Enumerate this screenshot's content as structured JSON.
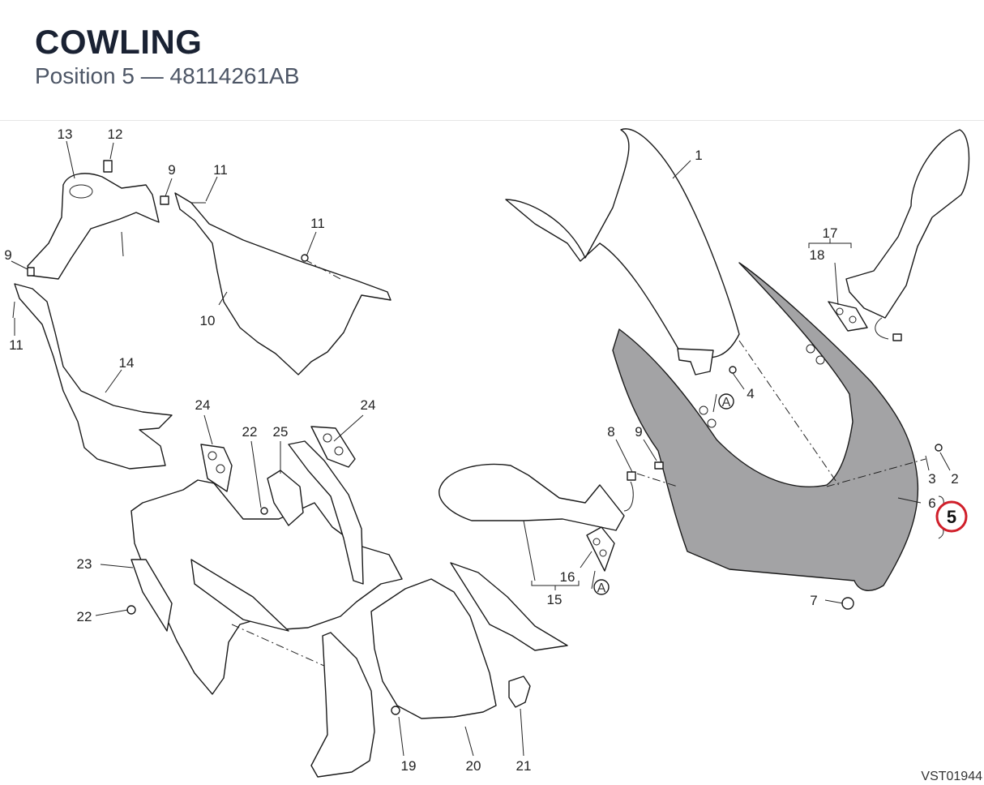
{
  "header": {
    "title": "COWLING",
    "position_label": "Position 5",
    "separator": "—",
    "part_number": "48114261AB"
  },
  "diagram": {
    "highlighted_position": "5",
    "drawing_code": "VST01944",
    "reference_mark": "A",
    "callouts": [
      {
        "id": "c1",
        "text": "1"
      },
      {
        "id": "c2",
        "text": "2"
      },
      {
        "id": "c3",
        "text": "3"
      },
      {
        "id": "c4",
        "text": "4"
      },
      {
        "id": "c6",
        "text": "6"
      },
      {
        "id": "c7",
        "text": "7"
      },
      {
        "id": "c8",
        "text": "8"
      },
      {
        "id": "c9a",
        "text": "9"
      },
      {
        "id": "c9b",
        "text": "9"
      },
      {
        "id": "c9c",
        "text": "9"
      },
      {
        "id": "c10",
        "text": "10"
      },
      {
        "id": "c11a",
        "text": "11"
      },
      {
        "id": "c11b",
        "text": "11"
      },
      {
        "id": "c11c",
        "text": "11"
      },
      {
        "id": "c12",
        "text": "12"
      },
      {
        "id": "c13",
        "text": "13"
      },
      {
        "id": "c14",
        "text": "14"
      },
      {
        "id": "c15",
        "text": "15"
      },
      {
        "id": "c16",
        "text": "16"
      },
      {
        "id": "c17",
        "text": "17"
      },
      {
        "id": "c18",
        "text": "18"
      },
      {
        "id": "c19",
        "text": "19"
      },
      {
        "id": "c20",
        "text": "20"
      },
      {
        "id": "c21",
        "text": "21"
      },
      {
        "id": "c22a",
        "text": "22"
      },
      {
        "id": "c22b",
        "text": "22"
      },
      {
        "id": "c23",
        "text": "23"
      },
      {
        "id": "c24a",
        "text": "24"
      },
      {
        "id": "c24b",
        "text": "24"
      },
      {
        "id": "c25",
        "text": "25"
      }
    ]
  }
}
